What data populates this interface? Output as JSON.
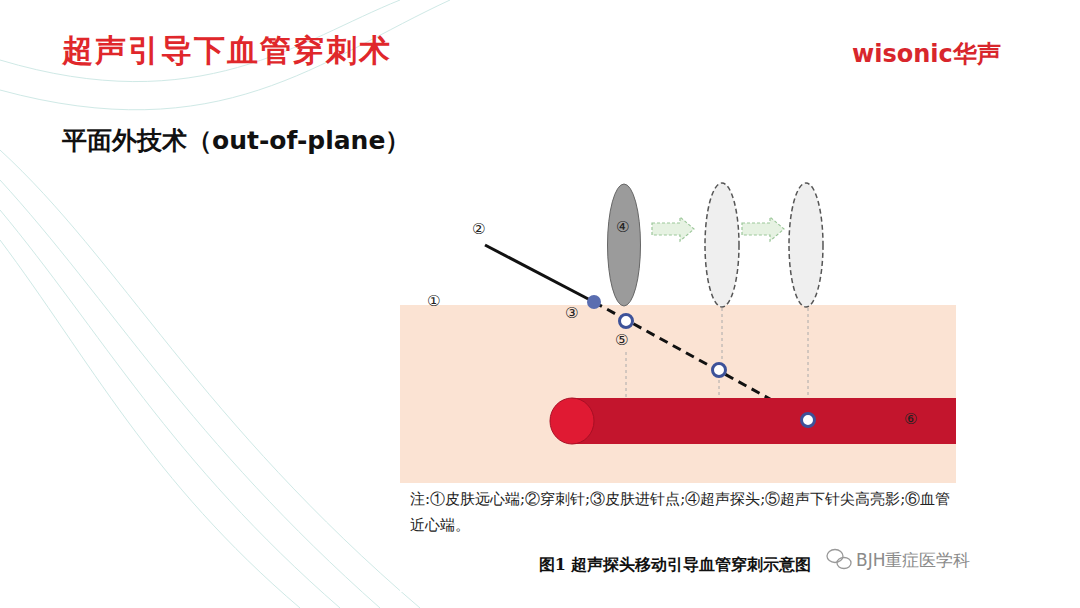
{
  "diagram": {
    "title": "超声引导下血管穿刺术",
    "caption": "图1 超声探头移动引导血管穿刺示意图",
    "nodes": [
      {
        "text": [
          "④"
        ]
      },
      {
        "text": [
          "⑥"
        ]
      }
    ],
    "labels": [
      "wisonic华声",
      "平面外技术（out-of-plane）",
      "①",
      "②",
      "③",
      "⑤",
      "注:①皮肤远心端;②穿刺针;③皮肤进针点;④超声探头;⑤超声下针尖高亮影;⑥血管近心端。",
      "BJH重症医学科"
    ]
  }
}
